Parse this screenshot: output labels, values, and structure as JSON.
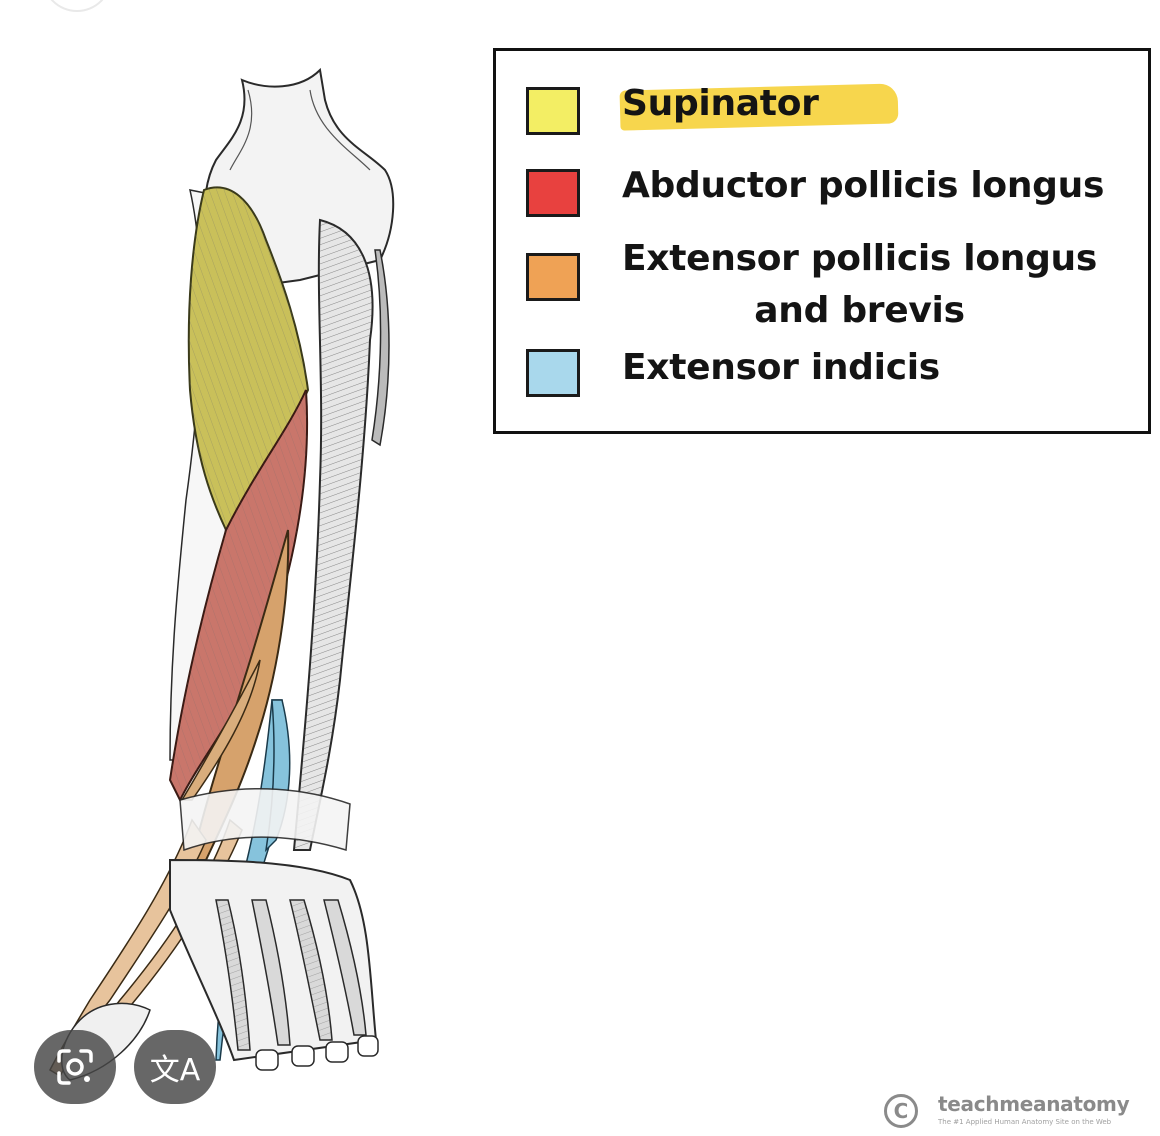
{
  "legend": {
    "items": [
      {
        "label": "Supinator",
        "color": "#f3ee64",
        "highlighted": true
      },
      {
        "label": "Abductor pollicis longus",
        "color": "#e8413f"
      },
      {
        "label_line1": "Extensor pollicis longus",
        "label_line2": "and brevis",
        "color": "#efa255"
      },
      {
        "label": "Extensor indicis",
        "color": "#a9d8ec"
      }
    ]
  },
  "illustration": {
    "subject": "posterior forearm deep extensor muscles",
    "muscle_colors": {
      "supinator": "#c9c05a",
      "abductor_pollicis_longus": "#c9766b",
      "extensor_pollicis": "#d6a26c",
      "extensor_indicis": "#86c3dc",
      "bone": "#f2f2f2",
      "outline": "#2a2a2a"
    }
  },
  "overlay_buttons": {
    "lens_icon": "lens-icon",
    "translate_text": "文A"
  },
  "watermark": {
    "symbol": "C",
    "name": "teachmeanatomy",
    "tagline": "The #1 Applied Human Anatomy Site on the Web"
  }
}
